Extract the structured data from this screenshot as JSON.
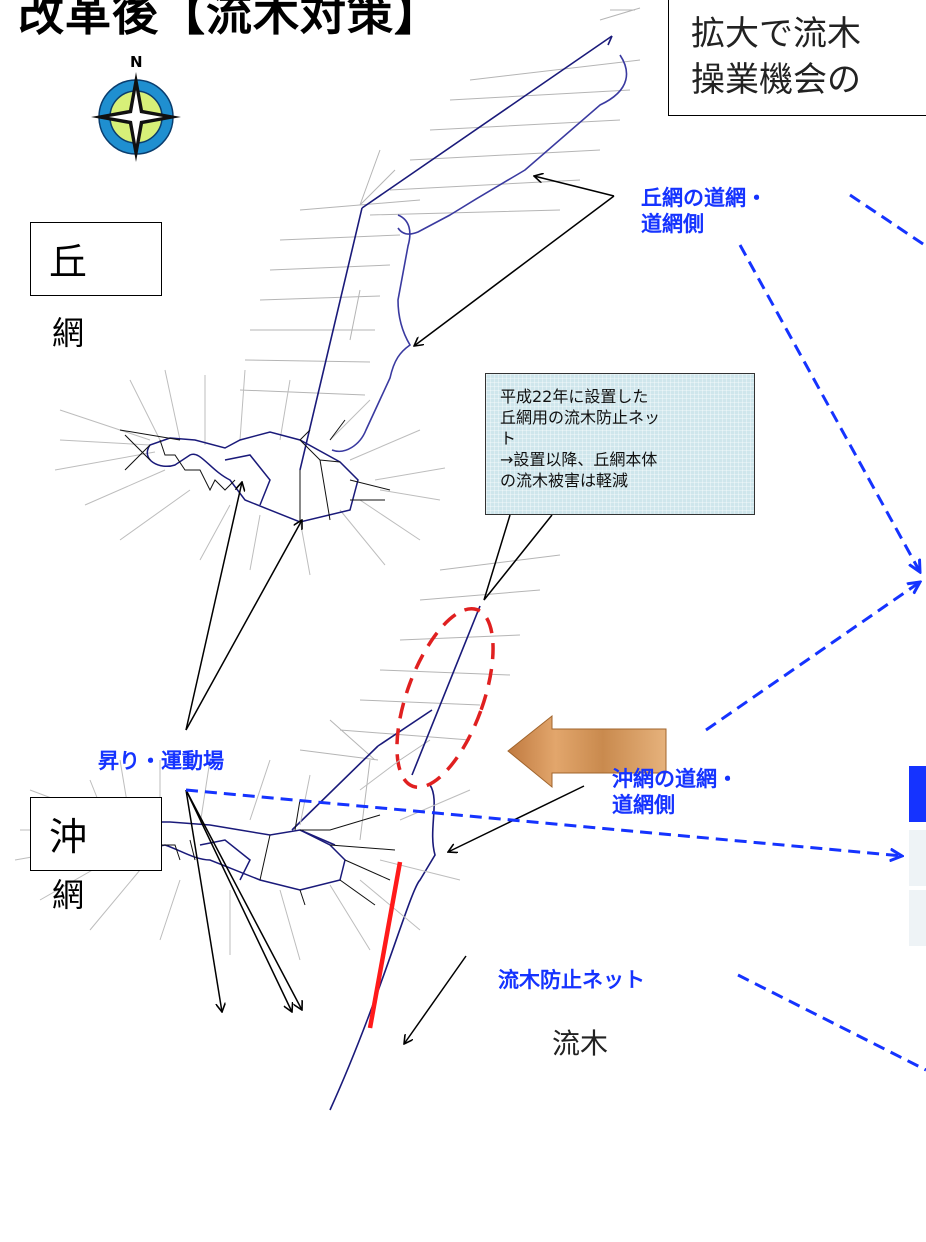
{
  "title": "改革後【流木対策】",
  "top_note": {
    "line1": "拡大で流木",
    "line2": "操業機会の"
  },
  "compass": {
    "label": "N",
    "icon": "compass-rose-icon"
  },
  "net_oka": {
    "box_label": "丘",
    "sub_label": "網"
  },
  "net_oki": {
    "box_label": "沖",
    "sub_label": "網"
  },
  "labels": {
    "oka_michiami_1": "丘網の道網・",
    "oka_michiami_2": "道網側",
    "nobori": "昇り・運動場",
    "oki_michiami_1": "沖網の道網・",
    "oki_michiami_2": "道網側",
    "ryuboku_net": "流木防止ネット"
  },
  "callout": {
    "line1": "平成22年に設置した",
    "line2": "丘網用の流木防止ネッ",
    "line3": "ト",
    "line4": "→設置以降、丘網本体",
    "line5": "の流木被害は軽減"
  },
  "driftwood_arrow": {
    "label": "流木",
    "color": "#c98a4e"
  },
  "colors": {
    "net_line": "#1a1a7a",
    "leader_blue": "#1533ff",
    "red_net": "#ff1a1a",
    "red_ellipse": "#e02020",
    "guide_gray": "#b0b0b0"
  }
}
